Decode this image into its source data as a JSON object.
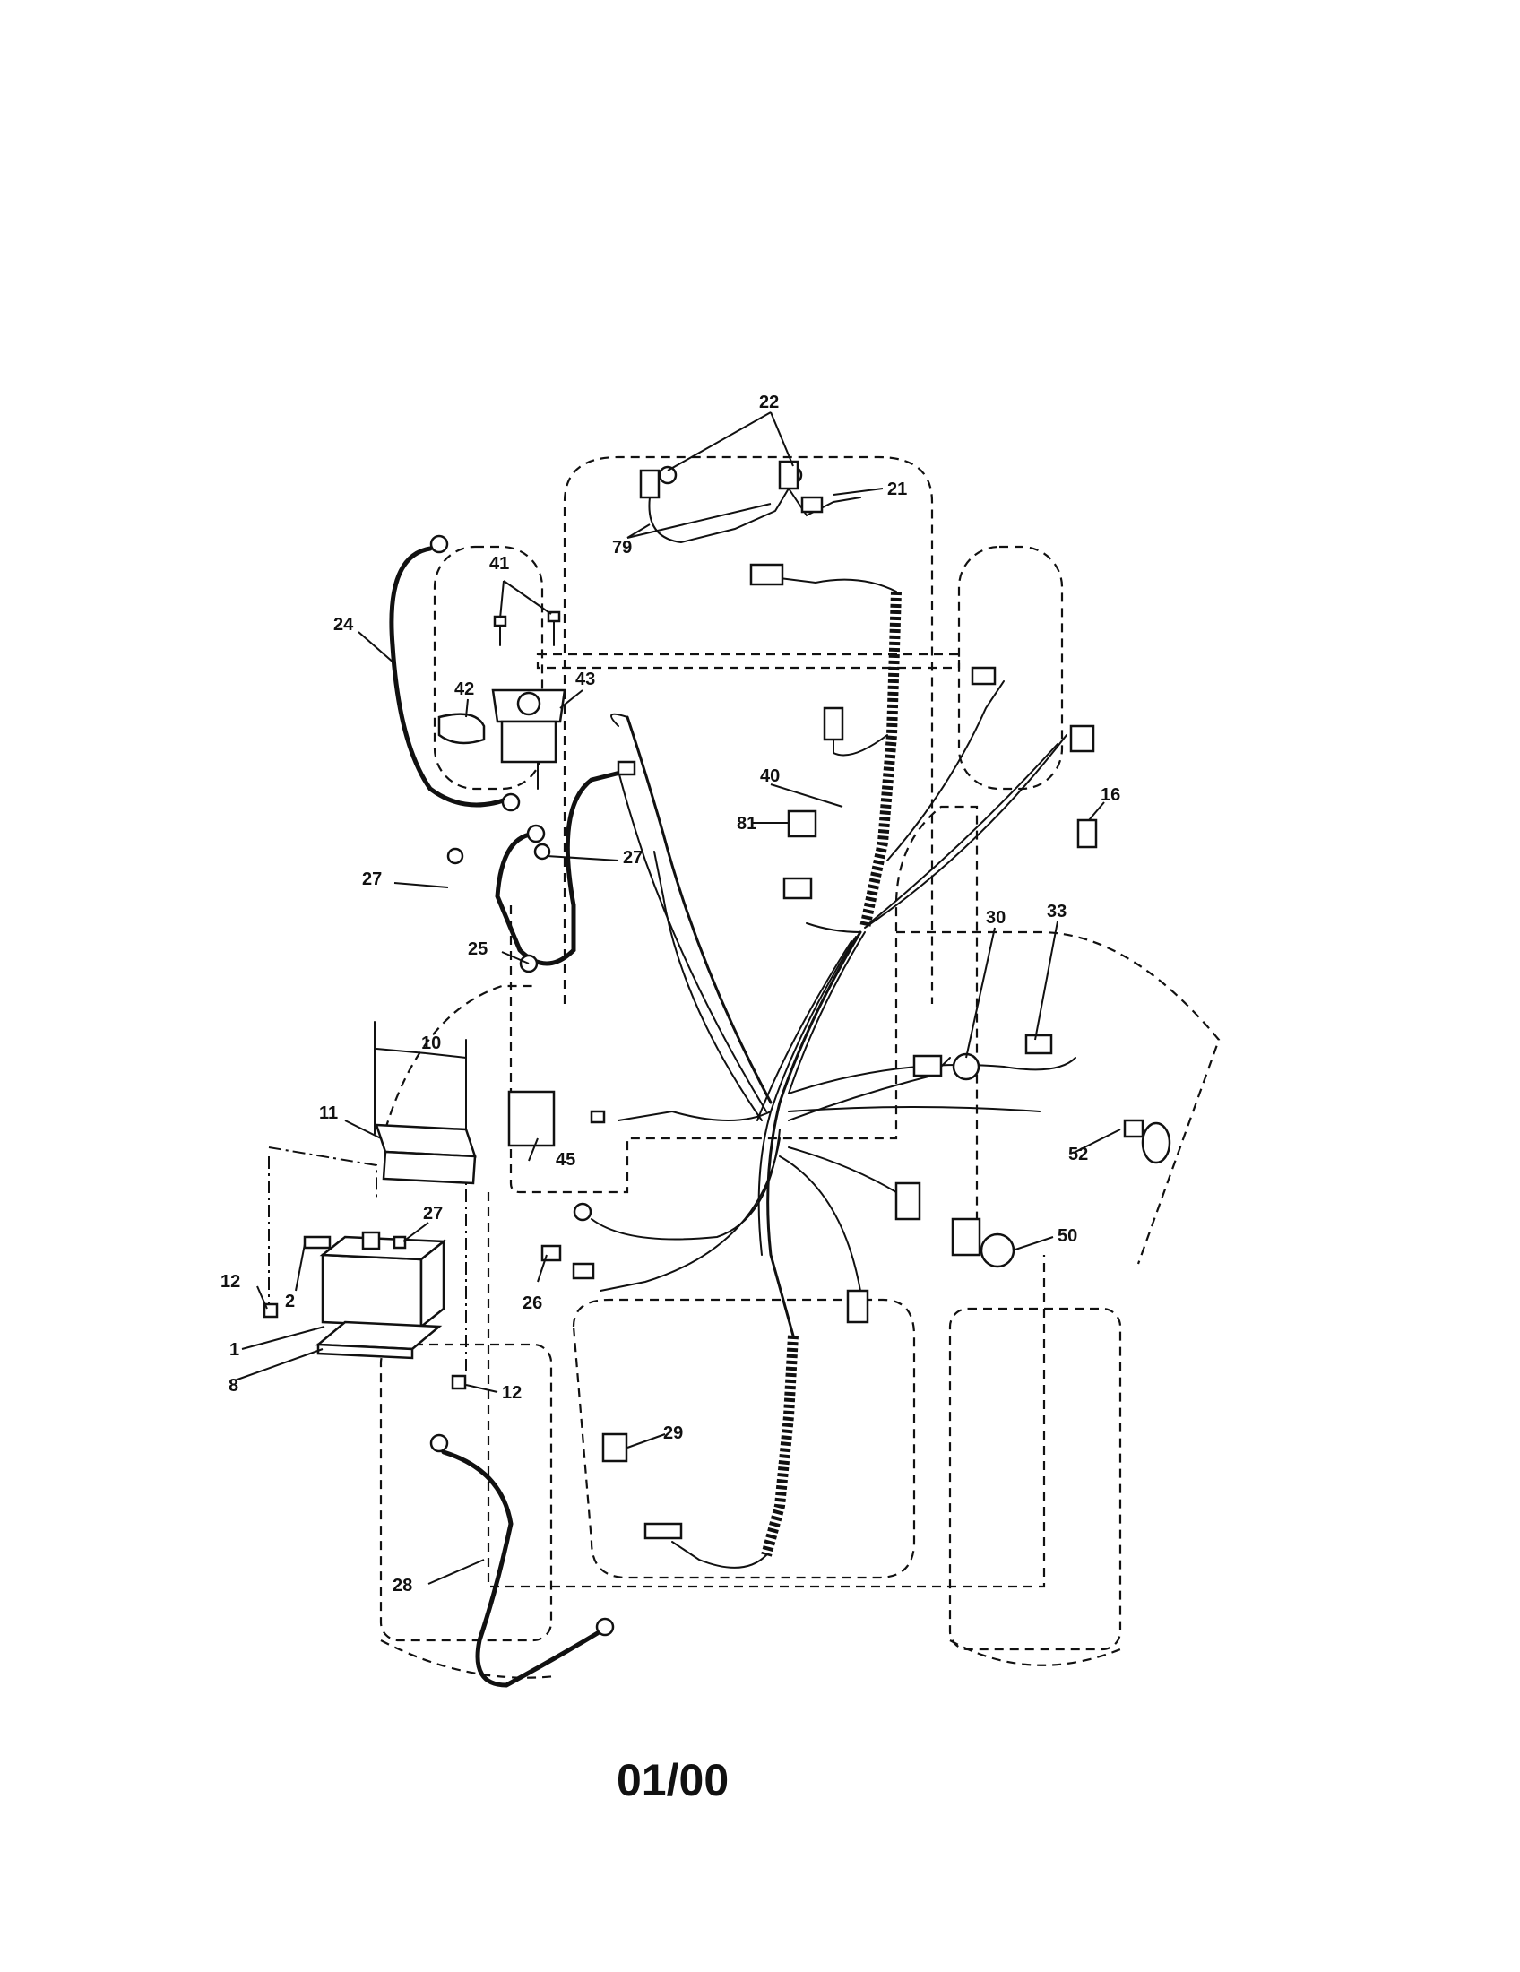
{
  "callouts": {
    "c1": "1",
    "c2": "2",
    "c8": "8",
    "c10": "10",
    "c11": "11",
    "c12a": "12",
    "c12b": "12",
    "c16": "16",
    "c21": "21",
    "c22": "22",
    "c24": "24",
    "c25": "25",
    "c26": "26",
    "c27a": "27",
    "c27b": "27",
    "c27c": "27",
    "c28": "28",
    "c29": "29",
    "c30": "30",
    "c33": "33",
    "c40": "40",
    "c41": "41",
    "c42": "42",
    "c43": "43",
    "c45": "45",
    "c50": "50",
    "c52": "52",
    "c79": "79",
    "c81": "81"
  },
  "footer": {
    "date_code": "01/00"
  }
}
